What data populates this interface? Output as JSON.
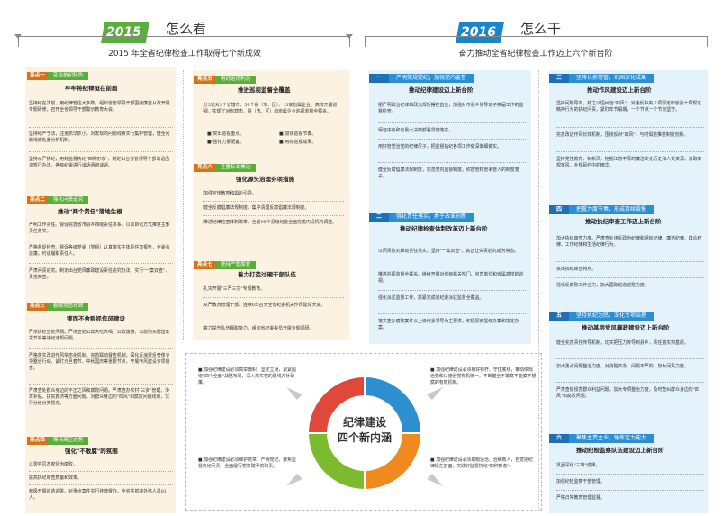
{
  "left_header": {
    "year": "2015",
    "title": "怎么看",
    "subtitle": "2015 年全省纪律检查工作取得七个新成效"
  },
  "right_header": {
    "year": "2016",
    "title": "怎么干",
    "subtitle": "奋力推动全省纪律检查工作迈上六个新台阶"
  },
  "col1": [
    {
      "key": "亮点一",
      "tag": "突出执纪特色",
      "subtitle": "牢牢将纪律挺在前面",
      "paras": [
        "坚持纪在法前，用纪律管住大多数，组织省管领导干部围绕廉洁从政开展专题研修，召开全省领导干部警示教育大会。",
        "坚持纪严于法，注重抓早抓小，对发现的问题线索实行集中管理，健全问题线索处置分析机制。",
        "坚持从严执纪，用好监督执纪\"四种形态\"，制定出台省管领导干部谈话函询暂行办法，各级纪委进行谈话函询谈话。"
      ]
    },
    {
      "key": "亮点二",
      "tag": "强化问责追究",
      "subtitle": "推动\"两个责任\"落地生根",
      "paras": [
        "严明工作责任。督促完善省市县乡四级责任体系，以项目化方式推进主体责任落实。",
        "严格督促检查。督促各级党委（党组）认真落实主体责任双报告，全委会述廉，约谈履职责任人。",
        "严肃问责追究。制定出台党风廉政建设责任追究办法，实行\"一案双查\"、责任倒查。"
      ]
    },
    {
      "key": "亮点三",
      "tag": "着眼常态长效",
      "subtitle": "锲而不舍狠抓作风建设",
      "paras": [
        "严肃执纪查处问题。严肃查处公款大吃大喝、公款旅游、公款购买赠送年货节礼等违纪违规问题。",
        "严格落实改进作风常态化机制。完善联动督查机制，深化反浪费反奢侈专项整治行动，紧盯元旦春节、中秋国庆等重要节点，开展作风建设专项督查。",
        "严肃查处群众身边的不正之风和腐败问题。严肃查办农村\"三资\"管理、涉农补贴、扶贫救济等方面问题，对群众身边的\"四风\"和腐败问题线索，实行分级分类督办。"
      ]
    },
    {
      "key": "亮点四",
      "tag": "保持高压态势",
      "subtitle": "强化\"不敢腐\"的氛围",
      "paras": [
        "以零容忍态度惩治腐败。",
        "提高执纪审查质量和效率。",
        "积极开展追逃追赃。对重点案件实行挂牌督办，全省共抓获外逃人员81人。"
      ]
    }
  ],
  "col2": [
    {
      "key": "亮点五",
      "tag": "用好巡视利剑",
      "subtitle": "推进巡视监督全覆盖",
      "paras": [
        "分3轮对5个省辖市、56个县（市、区）、13家省属企业、高校开展巡视，实现了对省辖市、县（市、区）和省属企业巡视监督全覆盖。"
      ],
      "bullets": [
        "突出巡视重点。",
        "加快巡视节奏。",
        "强化力量配备。",
        "用好巡视成果。"
      ]
    },
    {
      "key": "亮点六",
      "tag": "注重标本兼治",
      "subtitle": "强化源头治理夯项措施",
      "paras": [
        "加强宣传教育和舆论引导。",
        "健全反腐倡廉法规制度，集中清理反腐倡廉法规制度。",
        "推进纪律检查体制改革，全省95个县级纪委全面完成内设机构调整。"
      ]
    },
    {
      "key": "亮点七",
      "tag": "坚持严管厚爱",
      "subtitle": "着力打造过硬干部队伍",
      "paras": [
        "扎实开展\"三严三实\"专题教育。",
        "从严教育管理干部。连续6年召开全省纪委机关作风建设大会。",
        "着力提升队伍履职能力，组织省纪委委员开展专题调研。"
      ]
    }
  ],
  "center": {
    "ring_line1": "纪律建设",
    "ring_line2": "四个新内涵",
    "q1": "加强纪律建设必须高举旗帜、坚定立场，紧紧围绕\"四个全面\"战略布局，深入落实党的路线方针政策。",
    "q2": "加强纪律建设必须树好标杆、守住底线，推动依规治党和以德治党有机统一，不断健全不敢腐不能腐不想腐的有效机制。",
    "q3": "加强纪律建设必须维护党章、严明党纪，聚焦监督执纪问责，全面履行党章赋予的职责。",
    "q4": "加强纪律建设必须着眼惩治、治病救人，自觉把纪律挺在前面，实践好监督执纪\"四种形态\"。"
  },
  "col3": [
    {
      "key": "一",
      "tag": "严明党规党纪，加强党内监督",
      "subtitle": "推动纪律建设迈上新台阶",
      "paras": [
        "把严明政治纪律和政治规矩摆在首位，加强对市县乡领导班子换届工作的监督检查。",
        "保证中央和省重大决策部署贯彻落实。",
        "用好管党治党的纪律尺子，把监督执纪各项工作做深做细做实。",
        "健全反腐倡廉法规制度，完善党内监督制度，织密管权管事管人的制度笼子。"
      ]
    },
    {
      "key": "二",
      "tag": "强化责任落实，勇于改革创新",
      "subtitle": "推动纪律检查体制改革迈上新台阶",
      "paras": [
        "以问责追究推动责任落实，坚持\"一案双查\"，真正让失责必究成为常态。",
        "推进巡视监督全覆盖。继续开展对省级机关部门、省直单位和省属高校的巡视。",
        "强化派驻监督工作，抓紧完成省纪委派驻监督全覆盖。",
        "落实查办腐败案件以上级纪委领导为主要求，积极探索提级办案和指定办案。"
      ]
    }
  ],
  "col4": [
    {
      "key": "三",
      "tag": "坚持长抓常管，巩固深化成果",
      "subtitle": "推动作风建设迈上新台阶",
      "paras": [
        "坚持问题导向，持之以恒纠治\"四风\"，对违反中央八项规定和省委十项规定精神行为的执纪问责，紧盯年节假期，一个节点一个节点坚守。",
        "完善改进作风长效机制，围绕反对\"四风\"，与时俱进推进制度创新。",
        "坚持党性教育、树新风，挖掘江苏丰厚的廉洁文化历史和人文资源，汲取家规家风，乡规民约中的精华。"
      ]
    },
    {
      "key": "四",
      "tag": "把握力度节奏，形成持续震慑",
      "subtitle": "推动执纪审查工作迈上新台阶",
      "paras": [
        "加大执纪审查力度。严肃查处违反政治纪律和组织纪律、廉洁纪律、群众纪律、工作纪律和生活纪律行为。",
        "突出执纪审查特点。",
        "强化反腐败工作合力，加大国际追逃追赃力度。"
      ]
    },
    {
      "key": "五",
      "tag": "坚持执纪为民，深化专项治理",
      "subtitle": "推动基层党风廉政建设迈上新台阶",
      "paras": [
        "健全完善责任传导机制，切实把压力传导到县乡，责任落实到基层。",
        "加大重点问题整治力度，对贪赃不办、问题不严的，加大问责力度。",
        "严肃查处侵害群众利益问题。加大专项整治力度，及时查纠群众身边的\"四风\"和腐败问题。"
      ]
    },
    {
      "key": "六",
      "tag": "聚焦主责主业，锤炼定力能力",
      "subtitle": "推动纪检监察队伍建设迈上新台阶",
      "paras": [
        "巩固深化\"三转\"成果。",
        "加强纪检监察干部管理。",
        "严格日常教育管理监督。"
      ]
    }
  ],
  "colors": {
    "green": "#5cae3c",
    "blue": "#1a86c8",
    "orange": "#d5731c",
    "ring_red": "#e0483a",
    "ring_blue": "#2e8fd0",
    "ring_orange": "#f08a1c",
    "ring_green": "#7cbb2e"
  }
}
